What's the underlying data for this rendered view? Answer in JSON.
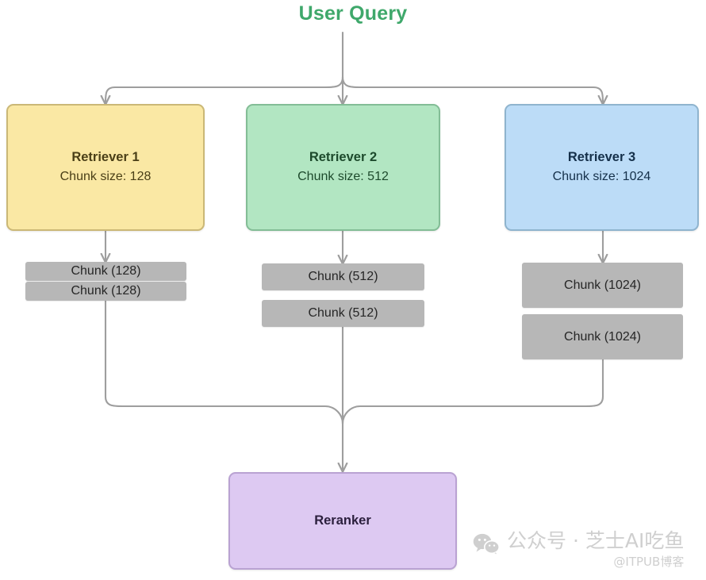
{
  "diagram": {
    "title": "User Query",
    "title_color": "#3fa86b",
    "retrievers": [
      {
        "name": "Retriever 1",
        "subtitle": "Chunk size: 128",
        "fill": "#fae8a4",
        "stroke": "#cbb876",
        "chunks": [
          "Chunk (128)",
          "Chunk (128)"
        ]
      },
      {
        "name": "Retriever 2",
        "subtitle": "Chunk size: 512",
        "fill": "#b2e6c2",
        "stroke": "#83bd96",
        "chunks": [
          "Chunk (512)",
          "Chunk (512)"
        ]
      },
      {
        "name": "Retriever 3",
        "subtitle": "Chunk size: 1024",
        "fill": "#bcdcf7",
        "stroke": "#8fb4ce",
        "chunks": [
          "Chunk (1024)",
          "Chunk (1024)"
        ]
      }
    ],
    "reranker": {
      "label": "Reranker",
      "fill": "#ddc9f2",
      "stroke": "#b9a2d2"
    },
    "chunk_fill": "#b7b7b7",
    "connector_color": "#9e9e9e"
  },
  "watermark": {
    "icon": "wechat-icon",
    "main": "公众号 · 芝士AI吃鱼",
    "sub": "@ITPUB博客"
  }
}
